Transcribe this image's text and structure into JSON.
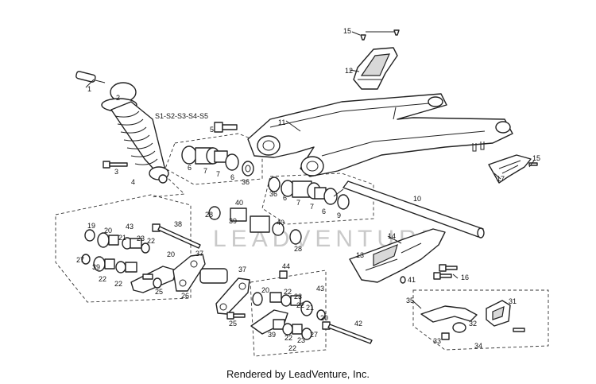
{
  "credit": "Rendered by LeadVenture, Inc.",
  "watermark": "LEADVENTURE",
  "callouts": {
    "c1": "1",
    "c2": "2",
    "c3": "3",
    "c4": "4",
    "c5": "5",
    "c6a": "6",
    "c7a": "7",
    "c7b": "7",
    "c6b": "6",
    "c36a": "36",
    "c11": "11",
    "c12": "12",
    "c15a": "15",
    "c15b": "15",
    "c17": "17",
    "c10": "10",
    "c36b": "36",
    "c6c": "6",
    "c7c": "7",
    "c7d": "7",
    "c6d": "6",
    "c9": "9",
    "c28a": "28",
    "c40a": "40",
    "c40b": "40",
    "c28b": "28",
    "c39a": "39",
    "c38": "38",
    "c19": "19",
    "c20a": "20",
    "c43a": "43",
    "c21a": "21",
    "c23a": "23",
    "c22a": "22",
    "c27a": "27",
    "c39b": "39",
    "c22b": "22",
    "c22c": "22",
    "c20b": "20",
    "c37a": "37",
    "c25a": "25",
    "c26": "26",
    "c37b": "37",
    "c44": "44",
    "c43b": "43",
    "c20c": "20",
    "c22d": "22",
    "c23b": "23",
    "c22e": "22",
    "c21b": "21",
    "c25b": "25",
    "c20d": "20",
    "c42": "42",
    "c39c": "39",
    "c22f": "22",
    "c23c": "23",
    "c22g": "22",
    "c27b": "27",
    "c14": "14",
    "c13": "13",
    "c41": "41",
    "c16": "16",
    "c35": "35",
    "c31": "31",
    "c32": "32",
    "c33": "33",
    "c34": "34",
    "shock_kit": "S1-S2-S3-S4-S5"
  }
}
